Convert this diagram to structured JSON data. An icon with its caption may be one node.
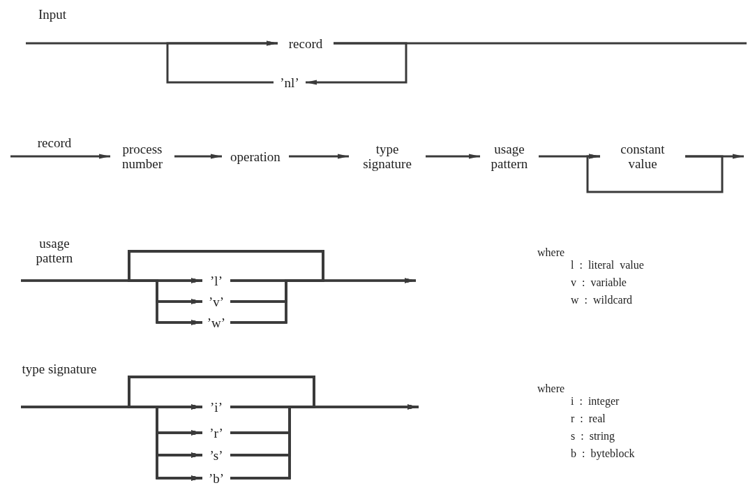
{
  "diagram": {
    "nodes": [
      {
        "text": [
          "record"
        ]
      },
      {
        "text": [
          "’nl’"
        ]
      },
      {
        "text": [
          "process number"
        ]
      },
      {
        "text": [
          "operation"
        ]
      },
      {
        "text": [
          "type signature"
        ]
      },
      {
        "text": [
          "usage pattern"
        ]
      },
      {
        "text": [
          "constant value"
        ]
      },
      {
        "text": [
          "’l’"
        ]
      },
      {
        "text": [
          "’v’"
        ]
      },
      {
        "text": [
          "’w’"
        ]
      },
      {
        "text": [
          "’i’"
        ]
      },
      {
        "text": [
          "’r’"
        ]
      },
      {
        "text": [
          "’s’"
        ]
      },
      {
        "text": [
          "’b’"
        ]
      }
    ],
    "edges": [
      {
        "from": null,
        "to": 0,
        "arrow": "to"
      },
      {
        "from": 0,
        "to": null,
        "arrow": "none"
      },
      {
        "from": 0,
        "to": 1,
        "arrow": "to"
      },
      {
        "from": 1,
        "to": 0,
        "arrow": "to"
      },
      {
        "from": null,
        "to": 2,
        "arrow": "to"
      },
      {
        "from": 2,
        "to": 3,
        "arrow": "to"
      },
      {
        "from": 3,
        "to": 4,
        "arrow": "to"
      },
      {
        "from": 4,
        "to": 5,
        "arrow": "to"
      },
      {
        "from": 5,
        "to": 6,
        "arrow": "to"
      },
      {
        "from": 6,
        "to": 6,
        "arrow": "to"
      },
      {
        "from": 6,
        "to": null,
        "arrow": "to"
      },
      {
        "from": null,
        "to": 7,
        "arrow": "to"
      },
      {
        "from": null,
        "to": 8,
        "arrow": "to"
      },
      {
        "from": null,
        "to": 9,
        "arrow": "to"
      },
      {
        "from": 7,
        "to": 7,
        "arrow": "to"
      },
      {
        "from": 7,
        "to": 8,
        "arrow": "to"
      },
      {
        "from": 7,
        "to": 9,
        "arrow": "to"
      },
      {
        "from": 8,
        "to": 7,
        "arrow": "to"
      },
      {
        "from": 8,
        "to": 8,
        "arrow": "to"
      },
      {
        "from": 8,
        "to": 9,
        "arrow": "to"
      },
      {
        "from": 9,
        "to": 7,
        "arrow": "to"
      },
      {
        "from": 9,
        "to": 8,
        "arrow": "to"
      },
      {
        "from": 9,
        "to": 9,
        "arrow": "to"
      },
      {
        "from": 7,
        "to": null,
        "arrow": "to"
      },
      {
        "from": 8,
        "to": null,
        "arrow": "to"
      },
      {
        "from": 9,
        "to": null,
        "arrow": "to"
      },
      {
        "from": null,
        "to": 10,
        "arrow": "to"
      },
      {
        "from": null,
        "to": 11,
        "arrow": "to"
      },
      {
        "from": null,
        "to": 12,
        "arrow": "to"
      },
      {
        "from": null,
        "to": 13,
        "arrow": "to"
      },
      {
        "from": 10,
        "to": 10,
        "arrow": "to"
      },
      {
        "from": 10,
        "to": 11,
        "arrow": "to"
      },
      {
        "from": 10,
        "to": 12,
        "arrow": "to"
      },
      {
        "from": 10,
        "to": 13,
        "arrow": "to"
      },
      {
        "from": 11,
        "to": 10,
        "arrow": "to"
      },
      {
        "from": 11,
        "to": 11,
        "arrow": "to"
      },
      {
        "from": 11,
        "to": 12,
        "arrow": "to"
      },
      {
        "from": 11,
        "to": 13,
        "arrow": "to"
      },
      {
        "from": 12,
        "to": 10,
        "arrow": "to"
      },
      {
        "from": 12,
        "to": 11,
        "arrow": "to"
      },
      {
        "from": 12,
        "to": 12,
        "arrow": "to"
      },
      {
        "from": 12,
        "to": 13,
        "arrow": "to"
      },
      {
        "from": 13,
        "to": 10,
        "arrow": "to"
      },
      {
        "from": 13,
        "to": 11,
        "arrow": "to"
      },
      {
        "from": 13,
        "to": 12,
        "arrow": "to"
      },
      {
        "from": 13,
        "to": 13,
        "arrow": "to"
      },
      {
        "from": 10,
        "to": null,
        "arrow": "to"
      },
      {
        "from": 11,
        "to": null,
        "arrow": "to"
      },
      {
        "from": 12,
        "to": null,
        "arrow": "to"
      },
      {
        "from": 13,
        "to": null,
        "arrow": "to"
      }
    ],
    "labels": [
      "Input",
      "record",
      "usage pattern",
      "type signature",
      "where",
      "l : literal value",
      "v : variable",
      "w : wildcard",
      "where",
      "i : integer",
      "r : real",
      "s : string",
      "b : byteblock"
    ]
  }
}
